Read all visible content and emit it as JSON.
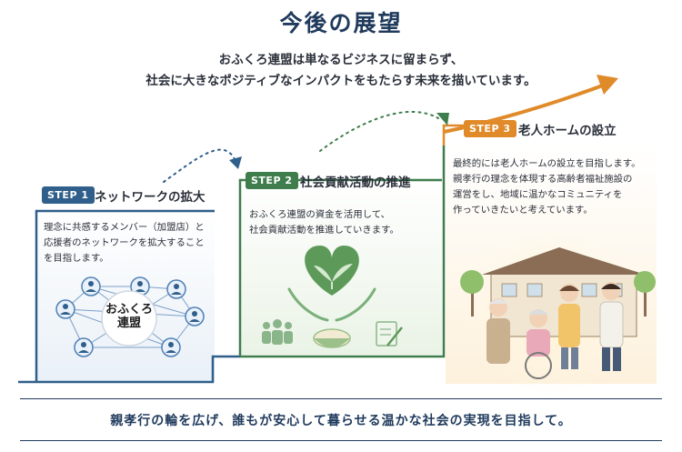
{
  "title": "今後の展望",
  "subtitle_lines": [
    "おふくろ連盟は単なるビジネスに留まらず、",
    "社会に大きなポジティブなインパクトをもたらす未来を描いています。"
  ],
  "steps": [
    {
      "badge": "STEP 1",
      "title": "ネットワークの拡大",
      "lines": [
        "理念に共感するメンバー（加盟店）と",
        "応援者のネットワークを拡大すること",
        "を目指します。"
      ],
      "color": "#2f5f8a"
    },
    {
      "badge": "STEP 2",
      "title": "社会貢献活動の推進",
      "lines": [
        "おふくろ連盟の資金を活用して、",
        "社会貢献活動を推進していきます。"
      ],
      "color": "#3f7d4c"
    },
    {
      "badge": "STEP 3",
      "title": "老人ホームの設立",
      "lines": [
        "最終的には老人ホームの設立を目指します。",
        "親孝行の理念を体現する高齢者福祉施設の",
        "運営をし、地域に温かなコミュニティを",
        "作っていきたいと考えています。"
      ],
      "color": "#e08a2a"
    }
  ],
  "logo_text": "おふくろ連盟",
  "footer": "親孝行の輪を広げ、誰もが安心して暮らせる温かな社会の実現を目指して。",
  "colors": {
    "navy": "#1f3a5c",
    "blue": "#2f5f8a",
    "green": "#3f7d4c",
    "orange": "#e08a2a"
  }
}
